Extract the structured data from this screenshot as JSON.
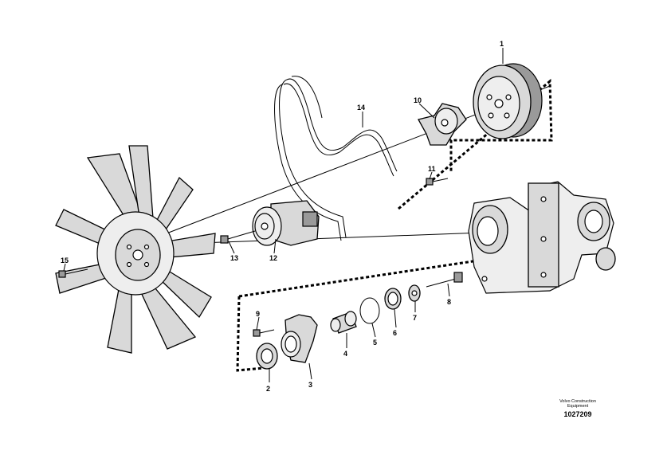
{
  "callouts": {
    "c1": "1",
    "c2": "2",
    "c3": "3",
    "c4": "4",
    "c5": "5",
    "c6": "6",
    "c7": "7",
    "c8": "8",
    "c9": "9",
    "c10": "10",
    "c11": "11",
    "c12": "12",
    "c13": "13",
    "c14": "14",
    "c15": "15"
  },
  "reference": {
    "company_line1": "Volvo Construction",
    "company_line2": "Equipment",
    "drawing_number": "1027209"
  }
}
